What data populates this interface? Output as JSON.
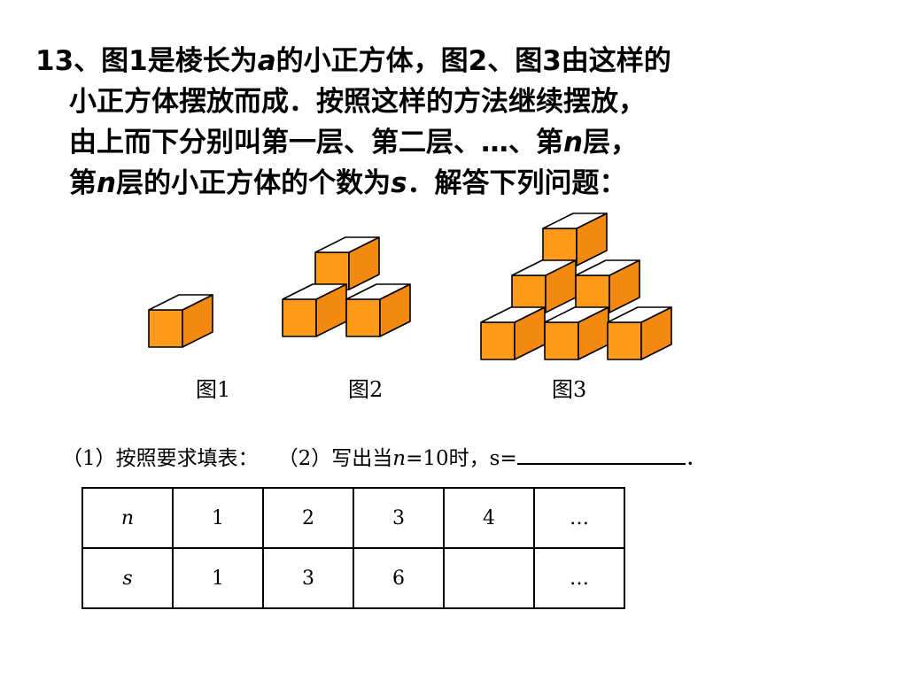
{
  "problem": {
    "number": "13",
    "line1_a": "、图1是棱长为",
    "var_a": "a",
    "line1_b": "的小正方体，图2、图3由这样的",
    "line2": "小正方体摆放而成．按照这样的方法继续摆放，",
    "line3_a": "由上而下分别叫第一层、第二层、…、第",
    "var_n": "n",
    "line3_b": "层，",
    "line4_a": "第",
    "line4_b": "层的小正方体的个数为",
    "var_s": "s",
    "line4_c": "．解答下列问题："
  },
  "figures": {
    "captions": [
      "图1",
      "图2",
      "图3"
    ],
    "cube_colors": {
      "front": "#FF9A1A",
      "side": "#F28A12",
      "top": "#FFFFFF",
      "edge": "#000000"
    },
    "cube_counts": [
      1,
      3,
      6
    ]
  },
  "questions": {
    "q1": "（1）按照要求填表：",
    "q2_a": "（2）写出当",
    "q2_var": "n",
    "q2_b": "=10时，s=",
    "q2_end": "．"
  },
  "table": {
    "row1": {
      "header": "n",
      "cells": [
        "1",
        "2",
        "3",
        "4",
        "…"
      ]
    },
    "row2": {
      "header": "s",
      "cells": [
        "1",
        "3",
        "6",
        "",
        "…"
      ]
    }
  }
}
